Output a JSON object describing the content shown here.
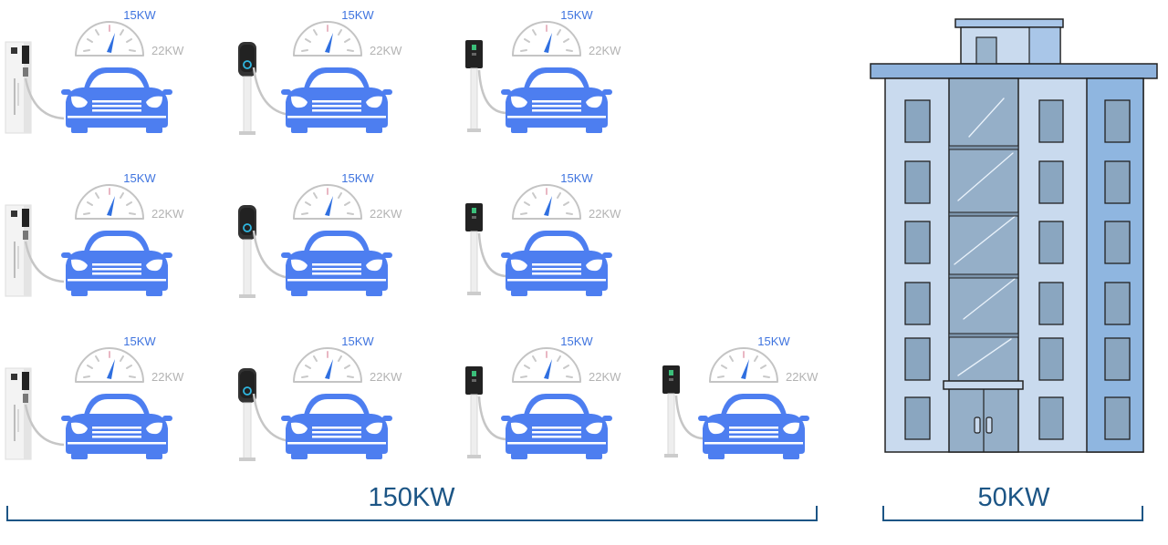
{
  "units": [
    {
      "charger": "floor-cabinet",
      "current": "15KW",
      "max": "22KW"
    },
    {
      "charger": "pole-round",
      "current": "15KW",
      "max": "22KW"
    },
    {
      "charger": "wallbox-post",
      "current": "15KW",
      "max": "22KW"
    },
    {
      "charger": "floor-cabinet",
      "current": "15KW",
      "max": "22KW"
    },
    {
      "charger": "pole-round",
      "current": "15KW",
      "max": "22KW"
    },
    {
      "charger": "wallbox-post",
      "current": "15KW",
      "max": "22KW"
    },
    {
      "charger": "floor-cabinet",
      "current": "15KW",
      "max": "22KW"
    },
    {
      "charger": "pole-round",
      "current": "15KW",
      "max": "22KW"
    },
    {
      "charger": "wallbox-post",
      "current": "15KW",
      "max": "22KW"
    },
    {
      "charger": "wallbox-post",
      "current": "15KW",
      "max": "22KW"
    }
  ],
  "totals": {
    "chargers": "150KW",
    "building": "50KW"
  },
  "colors": {
    "car": "#4d7ef0",
    "current_label": "#3f74df",
    "max_label": "#b3b3b3",
    "needle": "#2f6fe0",
    "bracket": "#1c5585",
    "building_facade": "#c9daee",
    "building_roof": "#8fb3dd",
    "building_glass": "#95afc8"
  },
  "icons": [
    "car-icon",
    "gauge-icon",
    "charger-icon",
    "building-icon"
  ]
}
